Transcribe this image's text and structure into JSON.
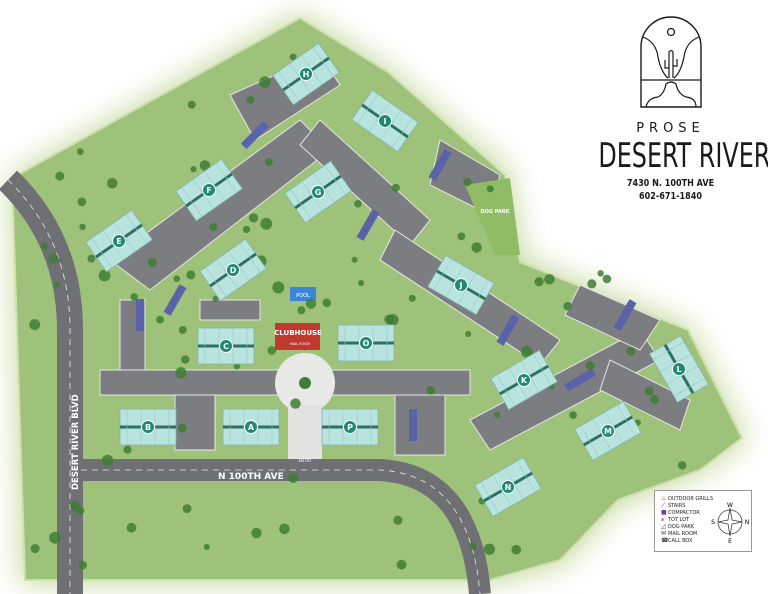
{
  "brand": {
    "logo": "prose-desert-river-logo",
    "prose": "PROSE",
    "name": "DESERT RIVER",
    "address": "7430 N. 100TH AVE",
    "phone": "602-671-1840"
  },
  "roads": {
    "west": "DESERT RIVER BLVD",
    "south": "N 100TH AVE"
  },
  "amenities": {
    "clubhouse": "CLUBHOUSE",
    "pool": "POOL",
    "dog_park": "DOG PARK",
    "mail_room": "MAIL ROOM",
    "entry": "ENTRY"
  },
  "buildings": [
    "H",
    "I",
    "F",
    "G",
    "E",
    "D",
    "J",
    "C",
    "O",
    "B",
    "A",
    "P",
    "K",
    "L",
    "M",
    "N"
  ],
  "legend": {
    "items": [
      {
        "icon": "outdoor-grill-icon",
        "label": "OUTDOOR GRILLS"
      },
      {
        "icon": "stairs-icon",
        "label": "STAIRS"
      },
      {
        "icon": "compactor-icon",
        "label": "COMPACTOR"
      },
      {
        "icon": "tot-lot-icon",
        "label": "TOT LOT"
      },
      {
        "icon": "dog-park-icon",
        "label": "DOG PARK"
      },
      {
        "icon": "mail-room-icon",
        "label": "MAIL ROOM"
      },
      {
        "icon": "call-box-icon",
        "label": "CALL BOX"
      }
    ],
    "compass": {
      "top": "W",
      "right": "N",
      "bottom": "E",
      "left": "S"
    }
  },
  "colors": {
    "grass": "#9fc27a",
    "road": "#6f7074",
    "building": "#b9e3df",
    "badge": "#1f8a72",
    "clubhouse": "#c0392f",
    "carport": "#5a63a8"
  }
}
